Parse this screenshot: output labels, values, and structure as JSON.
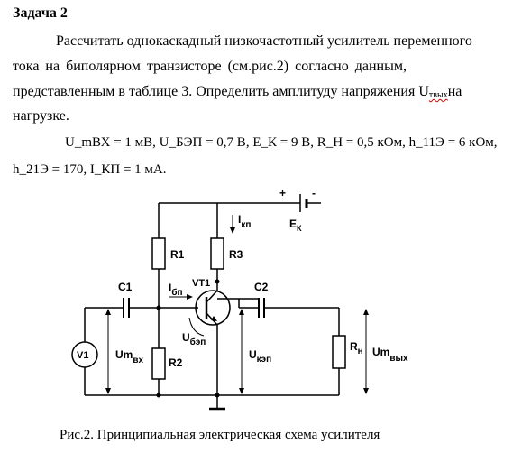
{
  "heading": "Задача 2",
  "paragraph": {
    "line1": "Рассчитать однокаскадный  низкочастотный усилитель переменного",
    "line2": "тока  на  биполярном  транзисторе  (см.рис.2)  согласно  данным,",
    "line3_prefix": "представленным в таблице 3. Определить амплитуду напряжения U",
    "line3_sub": "твых",
    "line3_suffix": "на",
    "line4": "нагрузке."
  },
  "formula": {
    "line1": "U_mВХ = 1 мВ, U_БЭП = 0,7 В, E_К = 9 В, R_Н = 0,5 кОм, h_11Э = 6 кОм,",
    "line2": "h_21Э = 170, I_КП = 1 мА."
  },
  "circuit": {
    "r1": "R1",
    "r2": "R2",
    "r3": "R3",
    "c1": "C1",
    "c2": "C2",
    "vt1": "VT1",
    "v1": "V1",
    "ek": "E",
    "ek_sub": "К",
    "ikp": "I",
    "ikp_sub": "кп",
    "ibp": "I",
    "ibp_sub": "бп",
    "ubep": "U",
    "ubep_sub": "бэп",
    "ukep": "U",
    "ukep_sub": "кэп",
    "umvx": "Um",
    "umvx_sub": "вх",
    "rn": "R",
    "rn_sub": "н",
    "umvyh": "Um",
    "umvyh_sub": "вых",
    "plus": "+",
    "minus": "-"
  },
  "caption": "Рис.2. Принципиальная электрическая схема усилителя"
}
